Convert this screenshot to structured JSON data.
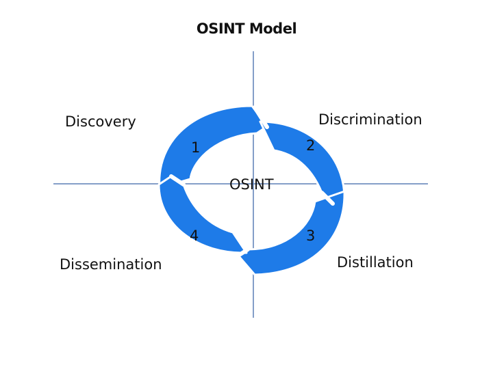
{
  "title": "OSINT Model",
  "center_label": "OSINT",
  "quadrants": [
    {
      "label": "Discovery",
      "number": "1"
    },
    {
      "label": "Discrimination",
      "number": "2"
    },
    {
      "label": "Distillation",
      "number": "3"
    },
    {
      "label": "Dissemination",
      "number": "4"
    }
  ],
  "colors": {
    "segment": "#1e7be8",
    "axis": "#5b7fb5",
    "text": "#111111"
  }
}
